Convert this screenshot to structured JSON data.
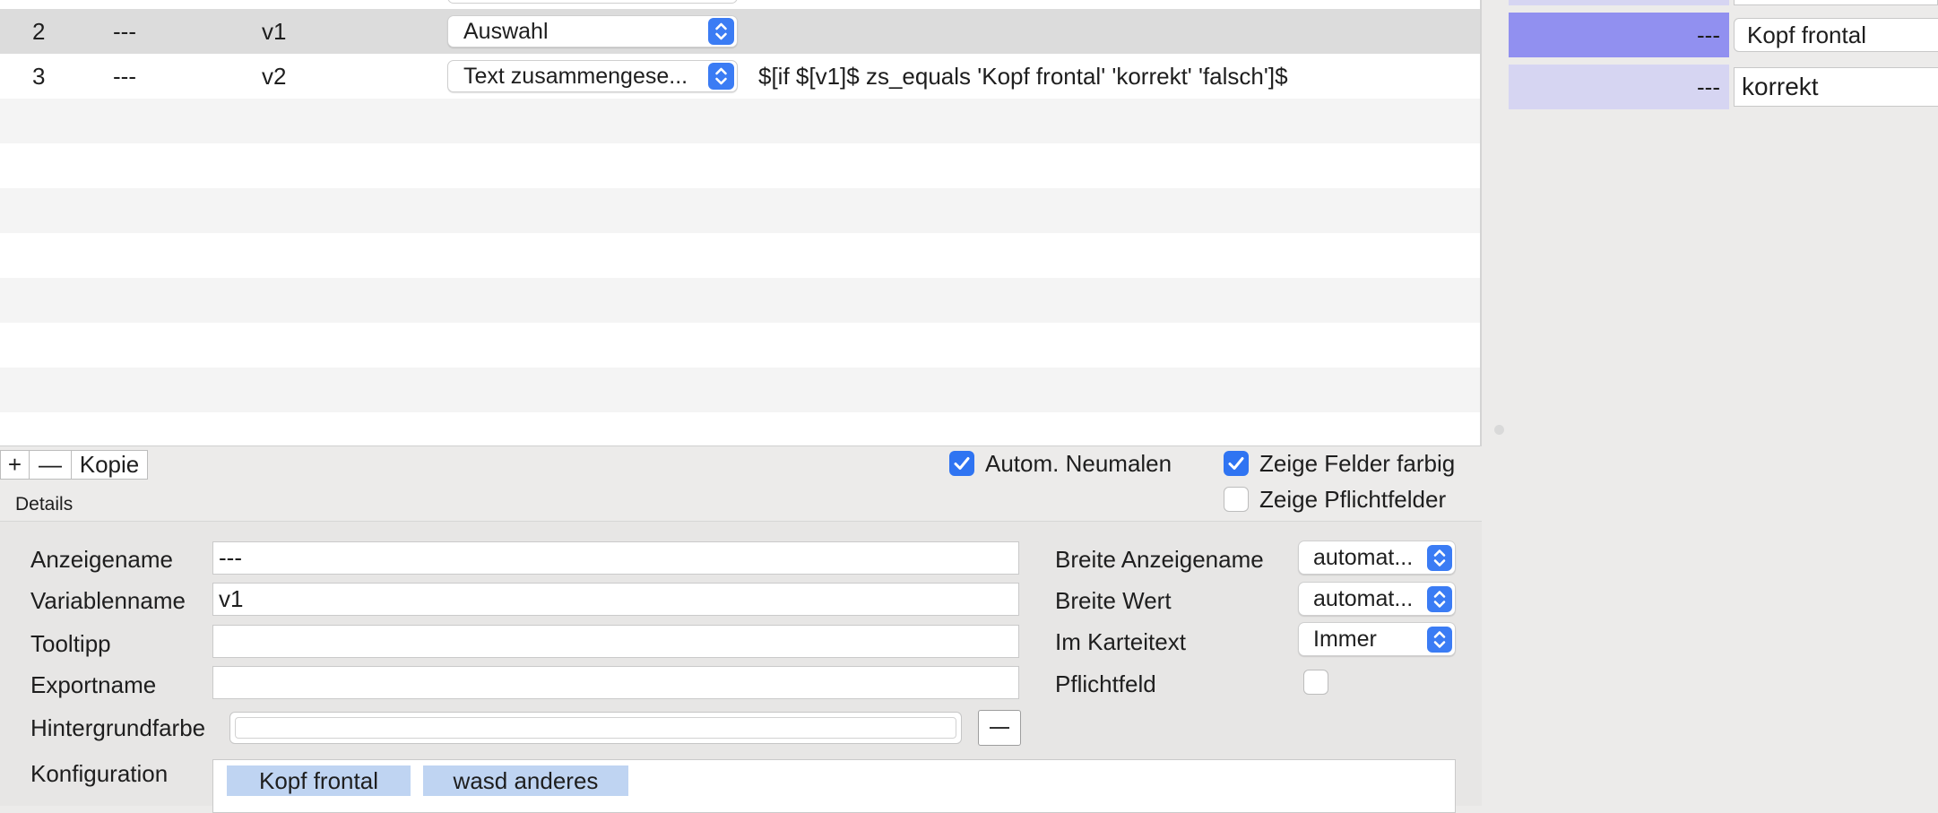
{
  "colors": {
    "accent": "#3b7cf4",
    "checkbox_on": "#2f74f2",
    "row_selected": "#dcdcdc",
    "preview_highlight": "#9190f0",
    "preview_row": "#d6d5f2",
    "token_bg": "#bfd4f2"
  },
  "table": {
    "rows": [
      {
        "num": "2",
        "name": "---",
        "variable": "v1",
        "type": "Auswahl",
        "formula": "",
        "selected": true
      },
      {
        "num": "3",
        "name": "---",
        "variable": "v2",
        "type": "Text zusammengese...",
        "formula": "$[if $[v1]$ zs_equals 'Kopf frontal' 'korrekt' 'falsch']$",
        "selected": false
      }
    ]
  },
  "toolbar": {
    "add_label": "+",
    "remove_label": "—",
    "copy_label": "Kopie",
    "auto_renumber_label": "Autom. Neumalen",
    "auto_renumber_checked": true,
    "color_fields_label": "Zeige Felder farbig",
    "color_fields_checked": true,
    "required_fields_label": "Zeige Pflichtfelder",
    "required_fields_checked": false
  },
  "details": {
    "section_title": "Details",
    "display_name_label": "Anzeigename",
    "display_name_value": "---",
    "variable_name_label": "Variablenname",
    "variable_name_value": "v1",
    "tooltip_label": "Tooltipp",
    "tooltip_value": "",
    "export_name_label": "Exportname",
    "export_name_value": "",
    "background_color_label": "Hintergrundfarbe",
    "background_clear_label": "—",
    "configuration_label": "Konfiguration",
    "configuration_tokens": [
      "Kopf frontal",
      "wasd anderes"
    ],
    "display_width_label": "Breite Anzeigename",
    "display_width_value": "automat...",
    "value_width_label": "Breite Wert",
    "value_width_value": "automat...",
    "card_text_label": "Im Karteitext",
    "card_text_value": "Immer",
    "required_label": "Pflichtfeld",
    "required_checked": false
  },
  "preview": {
    "rows": [
      {
        "label": "---",
        "value": "Kopf frontal",
        "highlighted": true
      },
      {
        "label": "---",
        "value": "korrekt",
        "highlighted": false
      }
    ]
  }
}
